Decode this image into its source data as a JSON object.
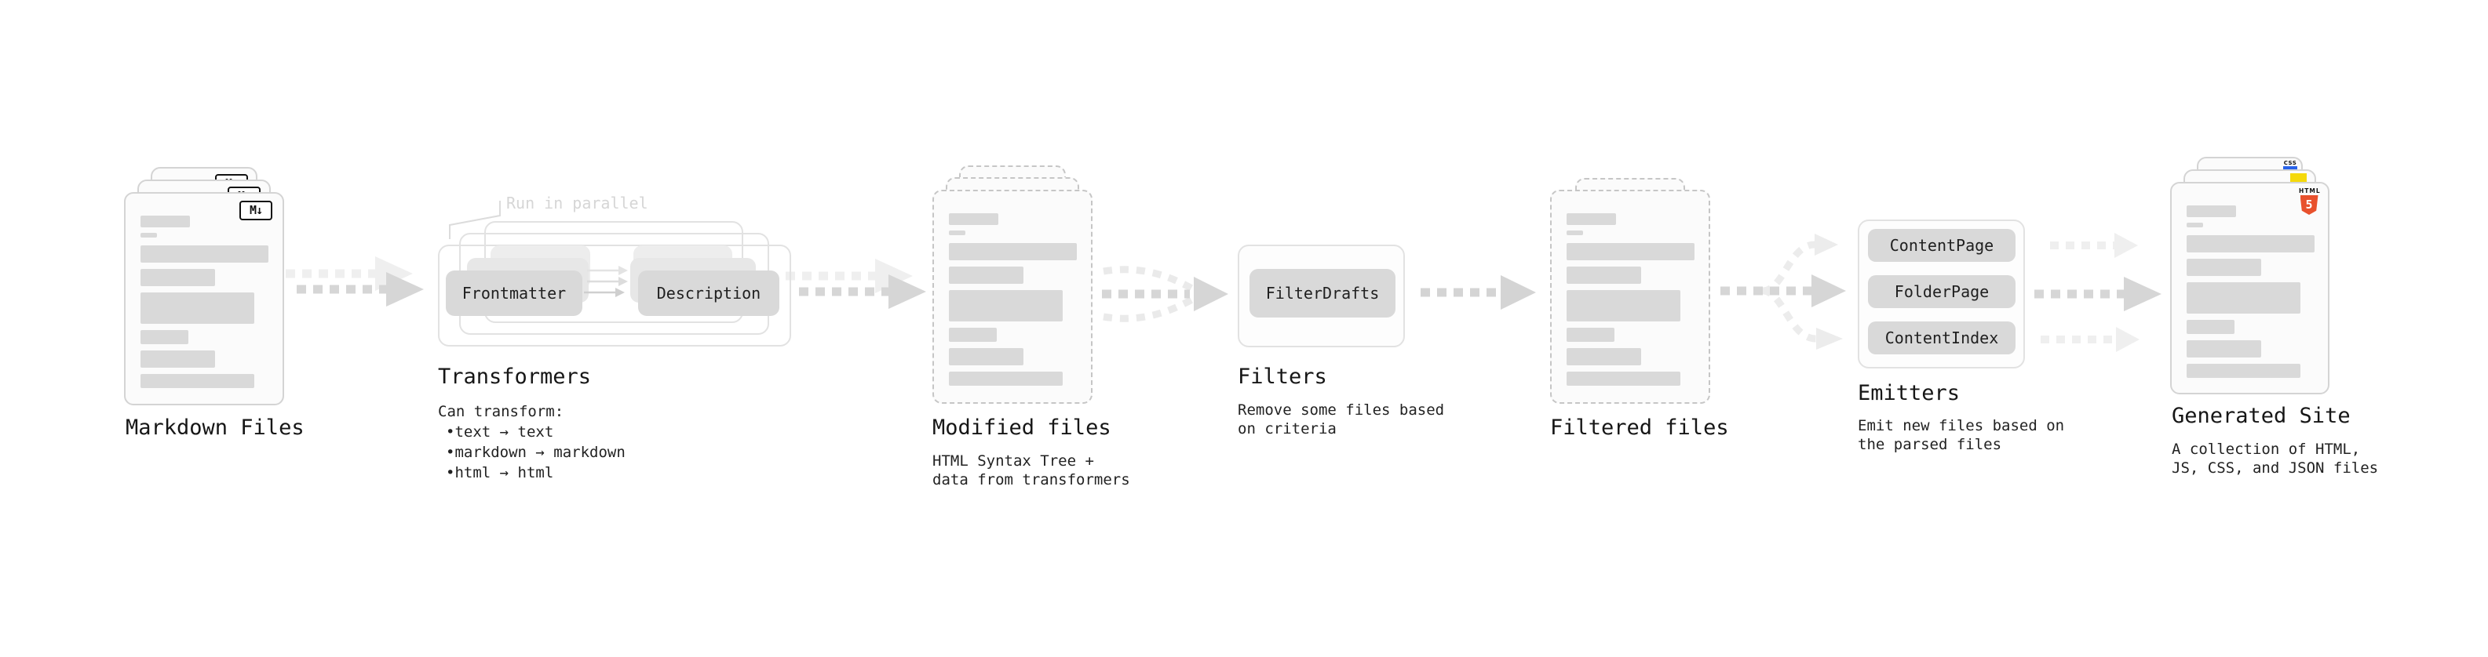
{
  "note": "Run in parallel",
  "stages": {
    "markdown_files": {
      "title": "Markdown Files"
    },
    "transformers": {
      "title": "Transformers",
      "pill_left": "Frontmatter",
      "pill_right": "Description",
      "caption": "Can transform:",
      "bullet": "•",
      "bullets": [
        "text → text",
        "markdown → markdown",
        "html → html"
      ]
    },
    "modified_files": {
      "title": "Modified files",
      "desc": [
        "HTML Syntax Tree +",
        "data from transformers"
      ]
    },
    "filters": {
      "title": "Filters",
      "pill": "FilterDrafts",
      "desc": [
        "Remove some files based",
        "on criteria"
      ]
    },
    "filtered_files": {
      "title": "Filtered files"
    },
    "emitters": {
      "title": "Emitters",
      "pills": [
        "ContentPage",
        "FolderPage",
        "ContentIndex"
      ],
      "desc": [
        "Emit new files based on",
        "the parsed files"
      ]
    },
    "generated_site": {
      "title": "Generated Site",
      "desc": [
        "A collection of HTML,",
        "JS, CSS, and JSON files"
      ]
    }
  },
  "icons": {
    "markdown": "M↓",
    "html5_wordmark": "HTML",
    "html5_numeral": "5",
    "css_wordmark": "CSS"
  },
  "colors": {
    "html5_orange": "#e8512d",
    "js_yellow": "#f5d90a",
    "css_blue": "#2862e9",
    "doc_bar_gray": "#d9d9d9",
    "arrow_gray": "#d6d6d6",
    "arrow_light_gray": "#efefef",
    "note_gray": "#d6d6d6",
    "text_dark": "#161616"
  }
}
